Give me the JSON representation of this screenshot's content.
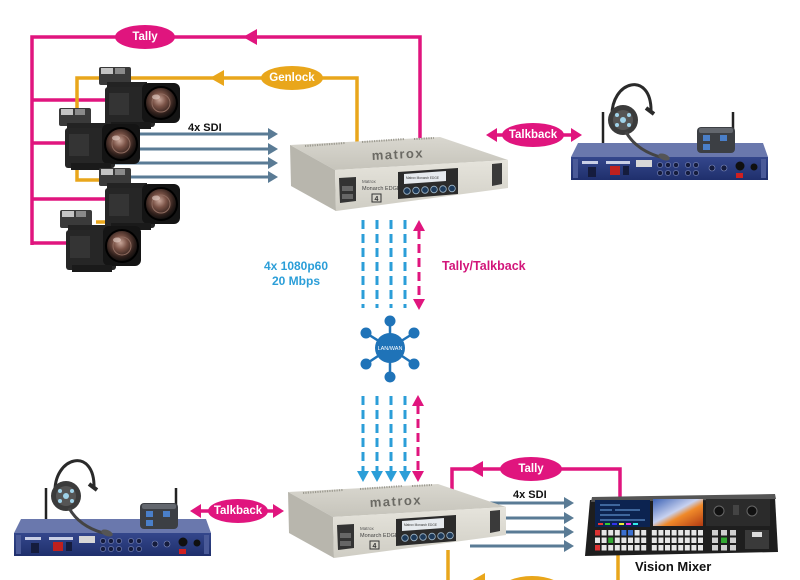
{
  "labels": {
    "tally_top": "Tally",
    "genlock_top": "Genlock",
    "sdi_top": "4x SDI",
    "talkback_top": "Talkback",
    "stream_line1": "4x 1080p60",
    "stream_line2": "20 Mbps",
    "tally_talkback": "Tally/Talkback",
    "tally_bottom": "Tally",
    "sdi_bottom": "4x SDI",
    "talkback_bottom": "Talkback",
    "vision_mixer": "Vision Mixer"
  },
  "network": {
    "label": "LAN/WAN"
  },
  "encoder": {
    "brand_top": "matrox",
    "front_brand": "Matrox",
    "front_model": "Monarch EDGE",
    "lcd_text": "Matrox Monarch EDGE",
    "badge": "4"
  },
  "decoder": {
    "brand_top": "matrox",
    "front_brand": "Matrox",
    "front_model": "Monarch EDGE",
    "lcd_text": "Matrox Monarch EDGE",
    "badge": "4"
  },
  "counts": {
    "cameras": 4,
    "sdi_streams": 4
  },
  "colors": {
    "pink": "#e0157e",
    "pink_text": "#d2157a",
    "yellow": "#e9a61b",
    "sdi": "#5a7b95",
    "dash_blue": "#2b9ed8",
    "network": "#1f73b8"
  }
}
